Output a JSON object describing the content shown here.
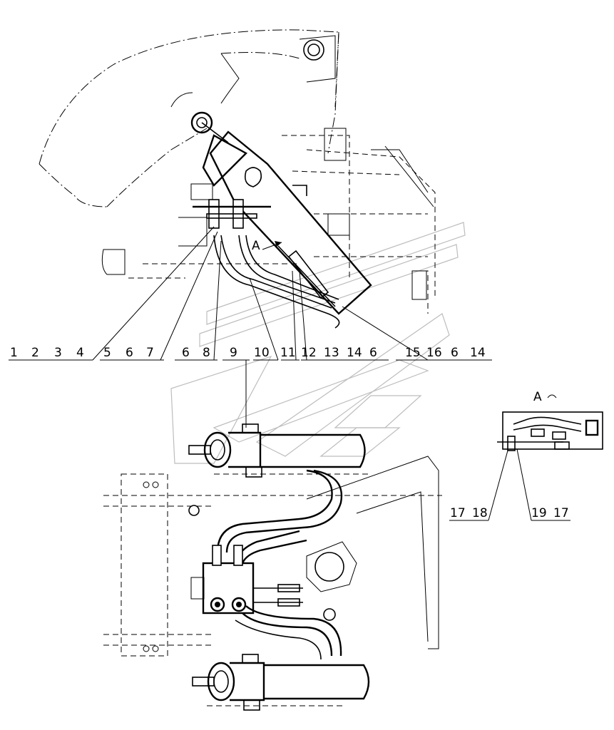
{
  "callouts": {
    "group1": [
      "1",
      "2",
      "3",
      "4"
    ],
    "group2": [
      "5",
      "6",
      "7"
    ],
    "group3": [
      "6",
      "8"
    ],
    "group4": [
      "9"
    ],
    "group5": [
      "10"
    ],
    "group6": [
      "11"
    ],
    "group7": [
      "12",
      "13",
      "14",
      "6"
    ],
    "group8": [
      "15",
      "16",
      "6",
      "14"
    ],
    "group9": [
      "17",
      "18"
    ],
    "group10": [
      "19",
      "17"
    ]
  },
  "view": {
    "marker": "A",
    "detail_title": "A"
  }
}
